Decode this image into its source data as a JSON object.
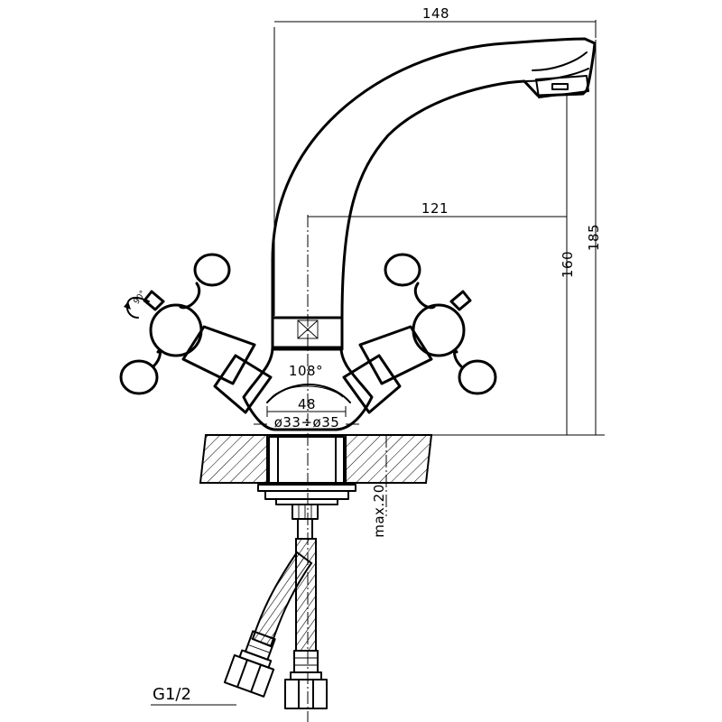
{
  "dimensions": {
    "total_reach": "148",
    "spout_reach": "121",
    "total_height": "185",
    "spout_height": "160",
    "handle_angle": "108°",
    "base_width": "48",
    "mount_hole": "ø33÷ø35",
    "max_countertop": "max.20",
    "rotation": "90°"
  },
  "connection": {
    "thread": "G1/2"
  }
}
